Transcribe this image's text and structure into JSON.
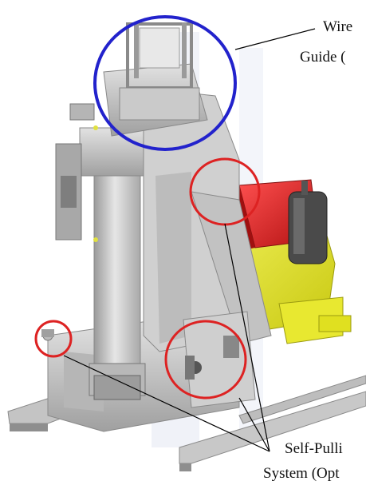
{
  "callouts": [
    {
      "id": "wire-guide",
      "lines": [
        "Wire",
        "Guide ("
      ],
      "circle_color": "#2222cc"
    },
    {
      "id": "self-pulling-system",
      "lines": [
        "Self-Pulli",
        "System (Opt"
      ],
      "circle_color": "#dd2222"
    }
  ],
  "colors": {
    "machine_body": "#c8c8c8",
    "motor": "#e8e830",
    "motor_housing": "#d02020",
    "highlight_wire": "#2222cc",
    "highlight_self_pulling": "#dd2222",
    "watermark": "#e4e8f2"
  }
}
